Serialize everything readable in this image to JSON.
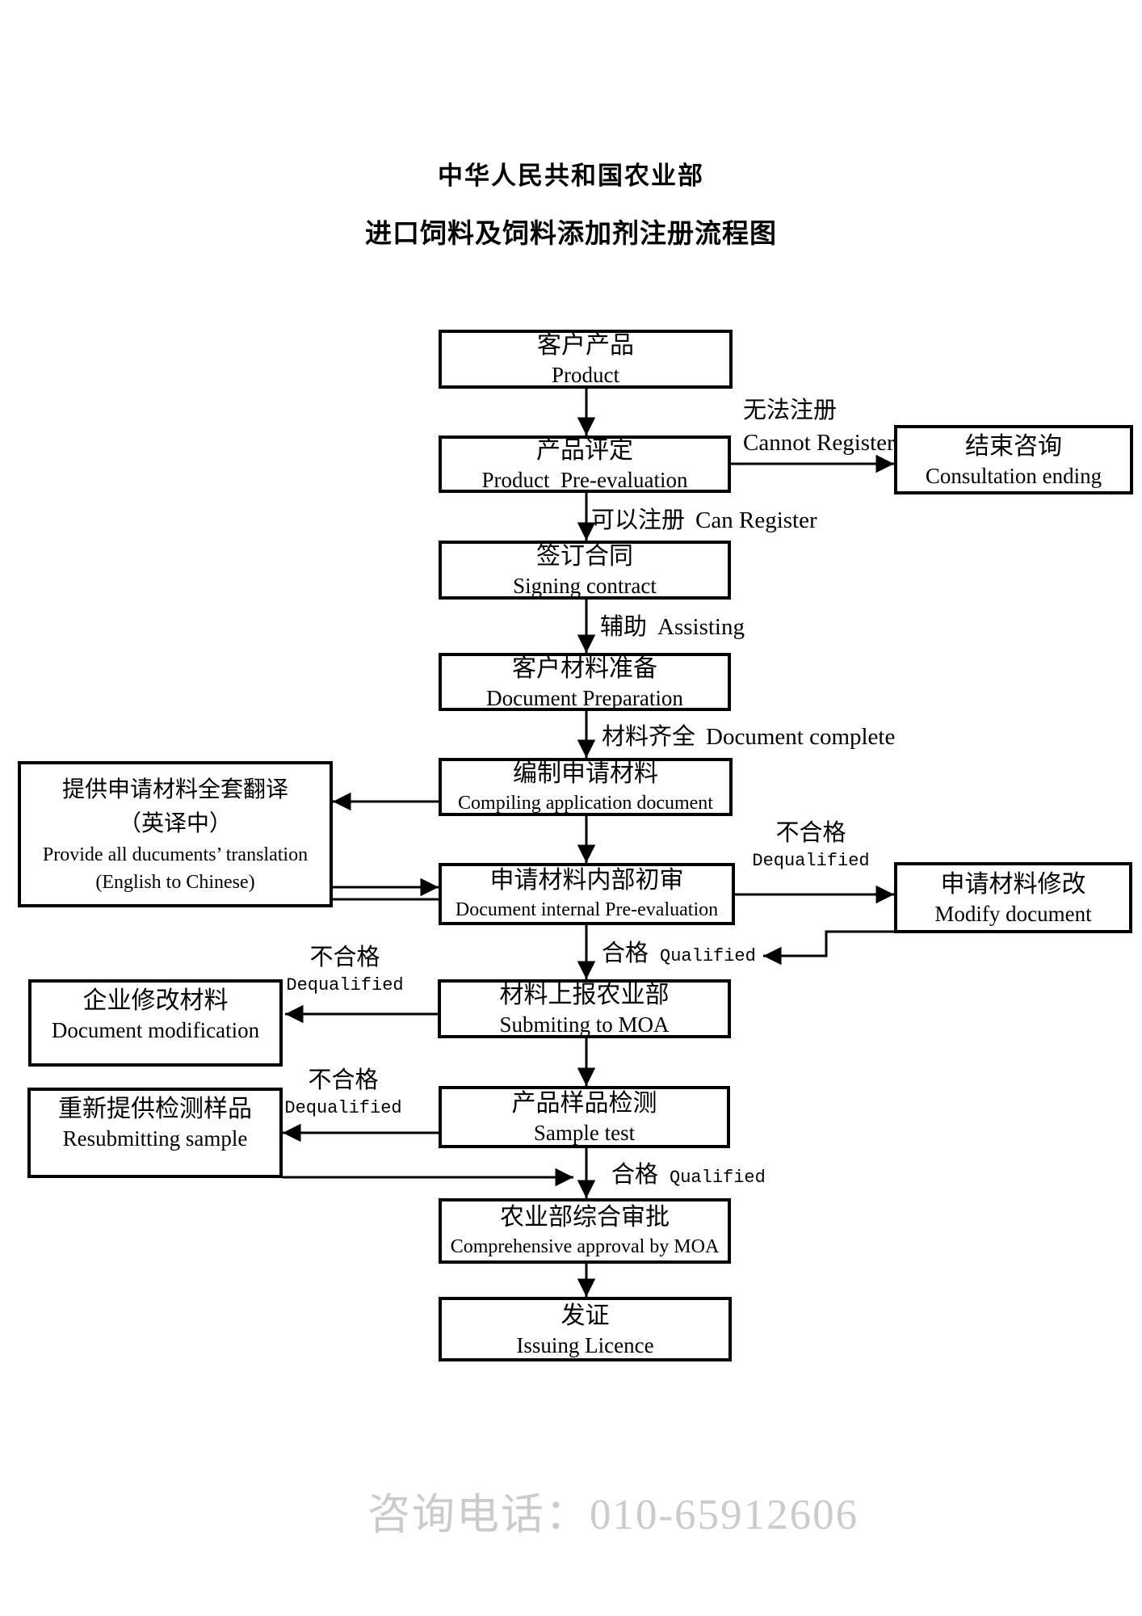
{
  "page": {
    "title_line1": "中华人民共和国农业部",
    "title_line2": "进口饲料及饲料添加剂注册流程图",
    "watermark": "咨询电话：010-65912606"
  },
  "colors": {
    "ink": "#000000",
    "watermark": "#cbcbcb",
    "paper": "#ffffff"
  },
  "flowchart": {
    "nodes": [
      {
        "id": "product",
        "zh": "客户产品",
        "en": "Product"
      },
      {
        "id": "pre_evaluation",
        "zh": "产品评定",
        "en": "Product  Pre-evaluation"
      },
      {
        "id": "consultation_ending",
        "zh": "结束咨询",
        "en": "Consultation ending"
      },
      {
        "id": "signing_contract",
        "zh": "签订合同",
        "en": "Signing contract"
      },
      {
        "id": "document_preparation",
        "zh": "客户材料准备",
        "en": "Document Preparation"
      },
      {
        "id": "compiling_application",
        "zh": "编制申请材料",
        "en": "Compiling application document"
      },
      {
        "id": "translation",
        "zh": "提供申请材料全套翻译",
        "zh2": "（英译中）",
        "en": "Provide all ducuments’ translation",
        "en2": "(English to Chinese)"
      },
      {
        "id": "internal_review",
        "zh": "申请材料内部初审",
        "en": "Document internal Pre-evaluation"
      },
      {
        "id": "modify_document",
        "zh": "申请材料修改",
        "en": "Modify document"
      },
      {
        "id": "submitting_moa",
        "zh": "材料上报农业部",
        "en": "Submiting to MOA"
      },
      {
        "id": "document_modification",
        "zh": "企业修改材料",
        "en": "Document modification"
      },
      {
        "id": "sample_test",
        "zh": "产品样品检测",
        "en": "Sample test"
      },
      {
        "id": "resubmitting_sample",
        "zh": "重新提供检测样品",
        "en": "Resubmitting sample"
      },
      {
        "id": "comprehensive_approval",
        "zh": "农业部综合审批",
        "en": "Comprehensive approval by MOA"
      },
      {
        "id": "issuing_licence",
        "zh": "发证",
        "en": "Issuing Licence"
      }
    ],
    "labels": {
      "cannot_register": {
        "zh": "无法注册",
        "en": "Cannot Register"
      },
      "can_register": {
        "zh": "可以注册",
        "en": "Can Register"
      },
      "assisting": {
        "zh": "辅助",
        "en": "Assisting"
      },
      "document_complete": {
        "zh": "材料齐全",
        "en": "Document complete"
      },
      "dequalified_modify": {
        "zh": "不合格",
        "en": "Dequalified"
      },
      "qualified_submit": {
        "zh": "合格",
        "en": "Qualified"
      },
      "dequalified_docmod": {
        "zh": "不合格",
        "en": "Dequalified"
      },
      "dequalified_resample": {
        "zh": "不合格",
        "en": "Dequalified"
      },
      "qualified_approval": {
        "zh": "合格",
        "en": "Qualified"
      }
    },
    "edges": [
      {
        "from": "product",
        "to": "pre_evaluation"
      },
      {
        "from": "pre_evaluation",
        "to": "consultation_ending",
        "label": "cannot_register"
      },
      {
        "from": "pre_evaluation",
        "to": "signing_contract",
        "label": "can_register"
      },
      {
        "from": "signing_contract",
        "to": "document_preparation",
        "label": "assisting"
      },
      {
        "from": "document_preparation",
        "to": "compiling_application",
        "label": "document_complete"
      },
      {
        "from": "compiling_application",
        "to": "translation"
      },
      {
        "from": "compiling_application",
        "to": "internal_review"
      },
      {
        "from": "translation",
        "to": "internal_review"
      },
      {
        "from": "internal_review",
        "to": "modify_document",
        "label": "dequalified_modify"
      },
      {
        "from": "modify_document",
        "to": "internal_review",
        "label": "qualified_submit"
      },
      {
        "from": "internal_review",
        "to": "submitting_moa",
        "label": "qualified_submit"
      },
      {
        "from": "submitting_moa",
        "to": "document_modification",
        "label": "dequalified_docmod"
      },
      {
        "from": "submitting_moa",
        "to": "sample_test"
      },
      {
        "from": "sample_test",
        "to": "resubmitting_sample",
        "label": "dequalified_resample"
      },
      {
        "from": "resubmitting_sample",
        "to": "sample_test"
      },
      {
        "from": "sample_test",
        "to": "comprehensive_approval",
        "label": "qualified_approval"
      },
      {
        "from": "comprehensive_approval",
        "to": "issuing_licence"
      }
    ]
  }
}
